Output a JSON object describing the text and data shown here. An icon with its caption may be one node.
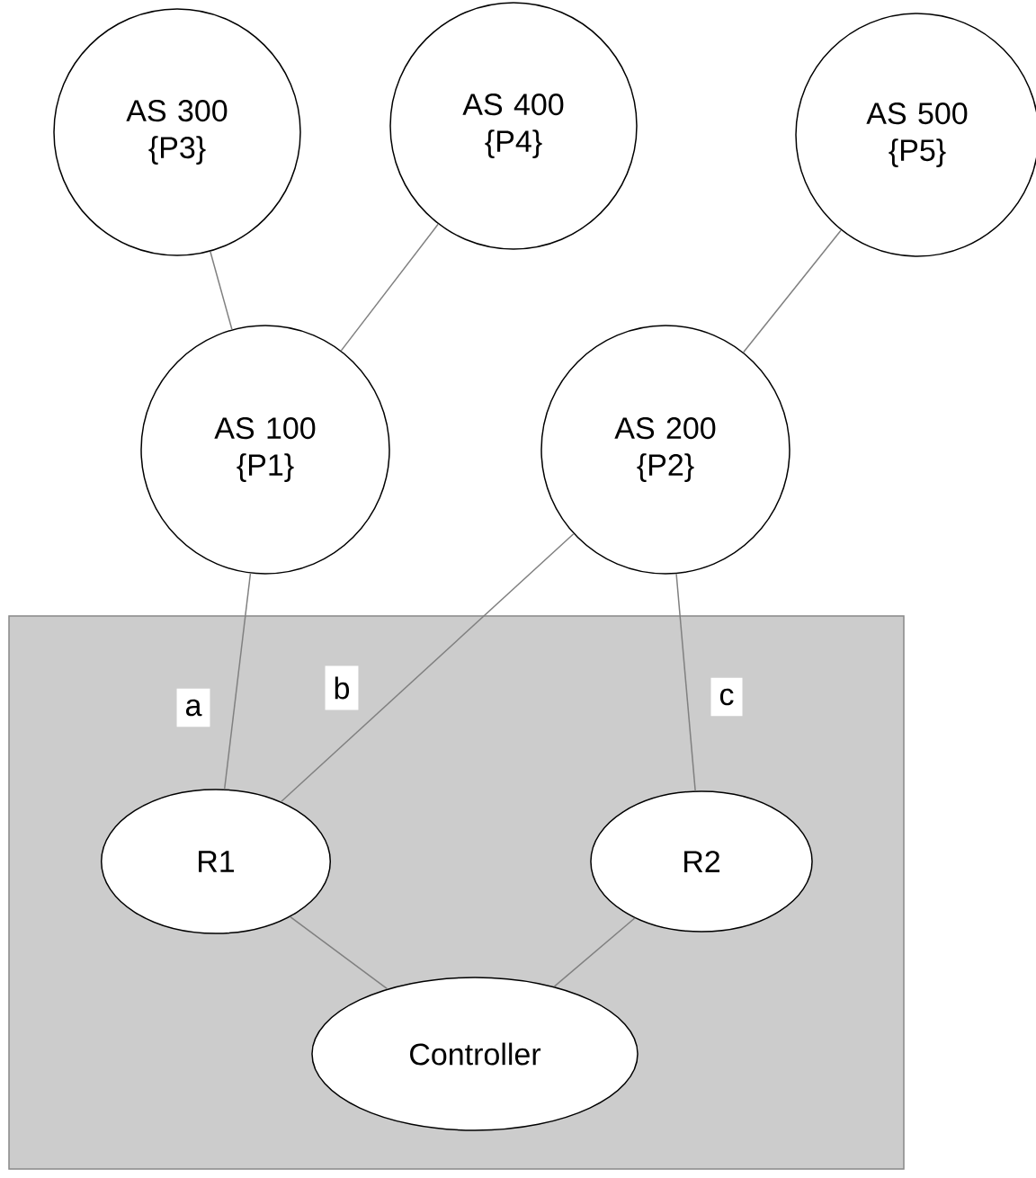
{
  "diagram": {
    "nodes": [
      {
        "text": [
          "AS 300 {P3}"
        ]
      },
      {
        "text": [
          "AS 400 {P4}"
        ]
      },
      {
        "text": [
          "AS 500 {P5}"
        ]
      },
      {
        "text": [
          "AS 100 {P1}"
        ]
      },
      {
        "text": [
          "AS 200 {P2}"
        ]
      },
      {
        "text": [],
        "shape": "box"
      },
      {
        "text": [
          "R1"
        ],
        "in": 5
      },
      {
        "text": [
          "R2"
        ],
        "in": 5
      },
      {
        "text": [
          "Controller"
        ],
        "in": 5
      }
    ],
    "edges": [
      {
        "from": 0,
        "to": 3,
        "arrow": "none"
      },
      {
        "from": 1,
        "to": 3,
        "arrow": "none"
      },
      {
        "from": 2,
        "to": 4,
        "arrow": "none"
      },
      {
        "from": 3,
        "to": 6,
        "arrow": "none",
        "label": "a"
      },
      {
        "from": 4,
        "to": 6,
        "arrow": "none",
        "label": "b"
      },
      {
        "from": 4,
        "to": 7,
        "arrow": "none",
        "label": "c"
      },
      {
        "from": 6,
        "to": 8,
        "arrow": "none"
      },
      {
        "from": 7,
        "to": 8,
        "arrow": "none"
      }
    ]
  }
}
